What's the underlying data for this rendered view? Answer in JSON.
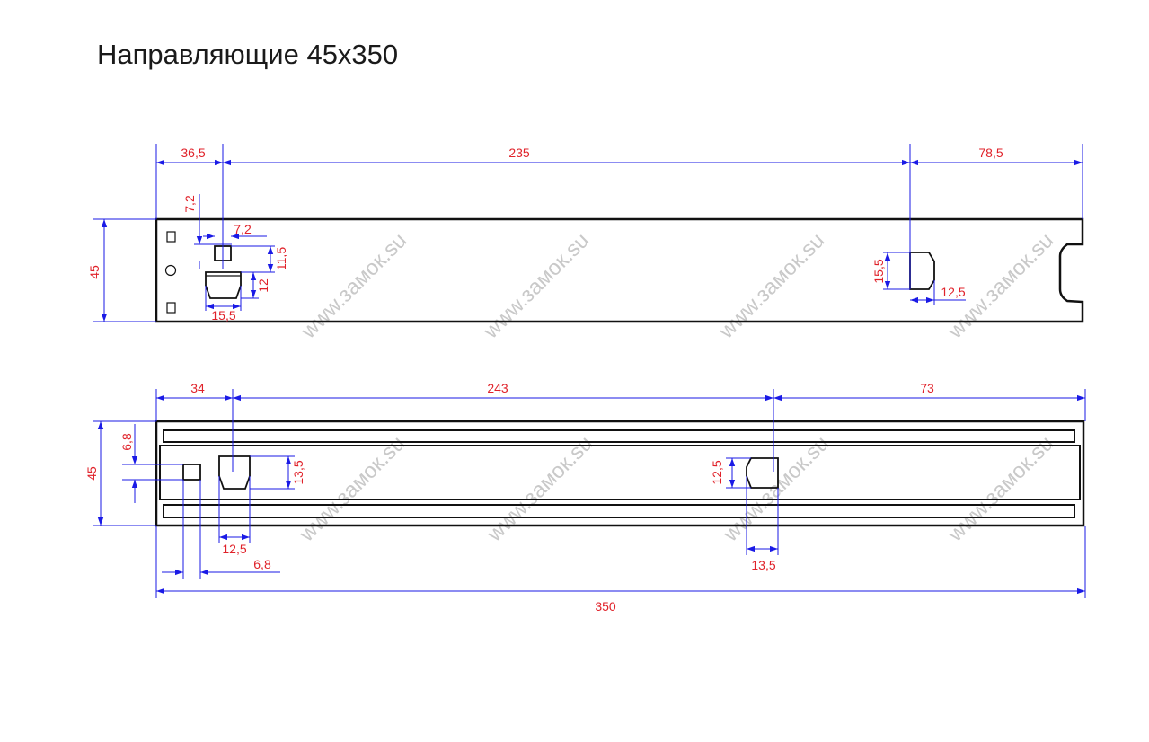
{
  "title": "Направляющие 45x350",
  "watermark": "www.замок.su",
  "colors": {
    "outline": "#111111",
    "dimension_line": "#1a1ae6",
    "dimension_text": "#e0222a",
    "watermark": "#c9c9c9"
  },
  "top_view": {
    "dims": {
      "a": "36,5",
      "b": "235",
      "c": "78,5",
      "height": "45",
      "hole_v": "7,2",
      "hole_h": "7,2",
      "hole_offset": "11,5",
      "tab_h": "12",
      "tab_w": "15,5",
      "right_tab_h": "15,5",
      "right_tab_w": "12,5"
    }
  },
  "bottom_view": {
    "dims": {
      "a": "34",
      "b": "243",
      "c": "73",
      "height": "45",
      "hole_v": "6,8",
      "hole_w": "6,8",
      "tab_h": "13,5",
      "tab_w": "12,5",
      "right_tab_h": "12,5",
      "right_tab_w": "13,5",
      "total": "350"
    }
  }
}
